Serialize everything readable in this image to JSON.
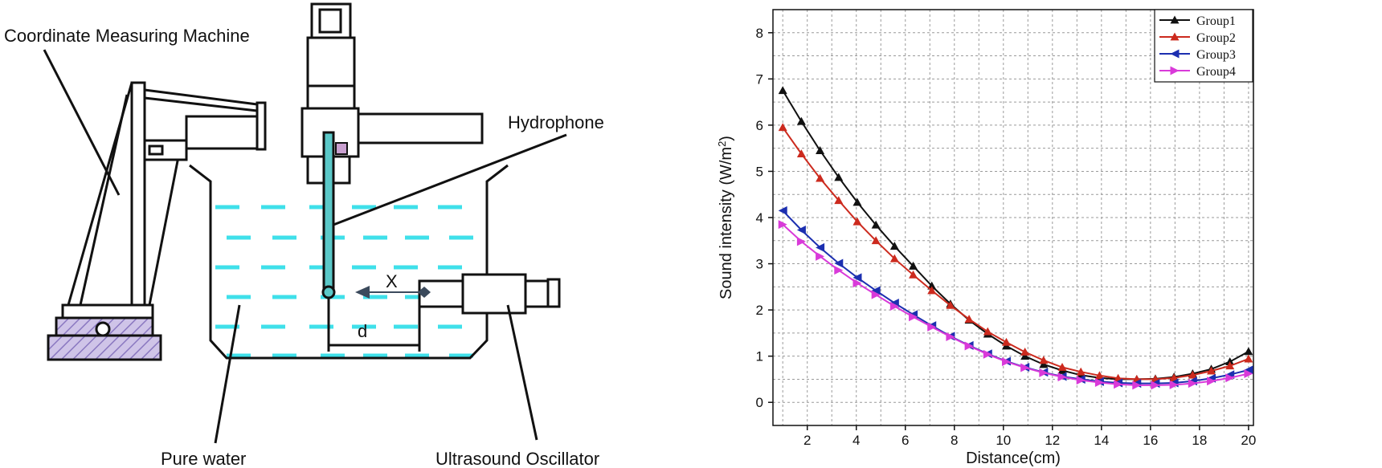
{
  "diagram": {
    "labels": {
      "cmm": "Coordinate Measuring Machine",
      "hydrophone": "Hydrophone",
      "pure_water": "Pure water",
      "oscillator": "Ultrasound Oscillator",
      "x_mark": "X",
      "d_mark": "d"
    },
    "colors": {
      "water": "#3fe0ea",
      "hatch": "#b6a8d8",
      "hydrophone": "#5bc8c8",
      "arrow": "#3b4a5c"
    }
  },
  "chart_data": {
    "type": "line",
    "title": "",
    "xlabel": "Distance(cm)",
    "ylabel": "Sound intensity (W/m²)",
    "ylabel_main": "Sound intensity (W/m",
    "ylabel_sup": "2",
    "ylabel_close": ")",
    "xlim": [
      0.6,
      20.2
    ],
    "ylim": [
      -0.5,
      8.5
    ],
    "xticks": [
      2,
      4,
      6,
      8,
      10,
      12,
      14,
      16,
      18,
      20
    ],
    "yticks": [
      0,
      1,
      2,
      3,
      4,
      5,
      6,
      7,
      8
    ],
    "grid": true,
    "legend": "top-right",
    "x": [
      1.0,
      1.76,
      2.52,
      3.28,
      4.04,
      4.8,
      5.56,
      6.32,
      7.08,
      7.84,
      8.6,
      9.36,
      10.12,
      10.88,
      11.64,
      12.4,
      13.16,
      13.92,
      14.68,
      15.44,
      16.2,
      16.96,
      17.72,
      18.48,
      19.24,
      20.0
    ],
    "series": [
      {
        "name": "Group1",
        "color": "#111111",
        "marker": "triangle-up",
        "values": [
          6.75,
          6.08,
          5.45,
          4.87,
          4.33,
          3.84,
          3.38,
          2.95,
          2.52,
          2.13,
          1.78,
          1.48,
          1.22,
          1.0,
          0.82,
          0.69,
          0.59,
          0.53,
          0.5,
          0.5,
          0.51,
          0.55,
          0.62,
          0.72,
          0.88,
          1.1
        ]
      },
      {
        "name": "Group2",
        "color": "#cc2a1e",
        "marker": "triangle-up",
        "values": [
          5.95,
          5.38,
          4.85,
          4.37,
          3.91,
          3.5,
          3.11,
          2.76,
          2.42,
          2.1,
          1.8,
          1.53,
          1.3,
          1.09,
          0.91,
          0.76,
          0.66,
          0.58,
          0.52,
          0.5,
          0.5,
          0.53,
          0.59,
          0.68,
          0.79,
          0.94
        ]
      },
      {
        "name": "Group3",
        "color": "#1c2fb0",
        "marker": "triangle-left",
        "values": [
          4.15,
          3.73,
          3.35,
          3.01,
          2.7,
          2.42,
          2.15,
          1.9,
          1.66,
          1.43,
          1.23,
          1.05,
          0.89,
          0.76,
          0.65,
          0.56,
          0.5,
          0.45,
          0.42,
          0.41,
          0.41,
          0.42,
          0.46,
          0.52,
          0.6,
          0.7
        ]
      },
      {
        "name": "Group4",
        "color": "#d93ad9",
        "marker": "triangle-right",
        "values": [
          3.85,
          3.48,
          3.16,
          2.86,
          2.58,
          2.33,
          2.08,
          1.85,
          1.63,
          1.42,
          1.22,
          1.04,
          0.88,
          0.75,
          0.64,
          0.55,
          0.48,
          0.43,
          0.39,
          0.37,
          0.37,
          0.38,
          0.41,
          0.46,
          0.53,
          0.62
        ]
      }
    ]
  }
}
